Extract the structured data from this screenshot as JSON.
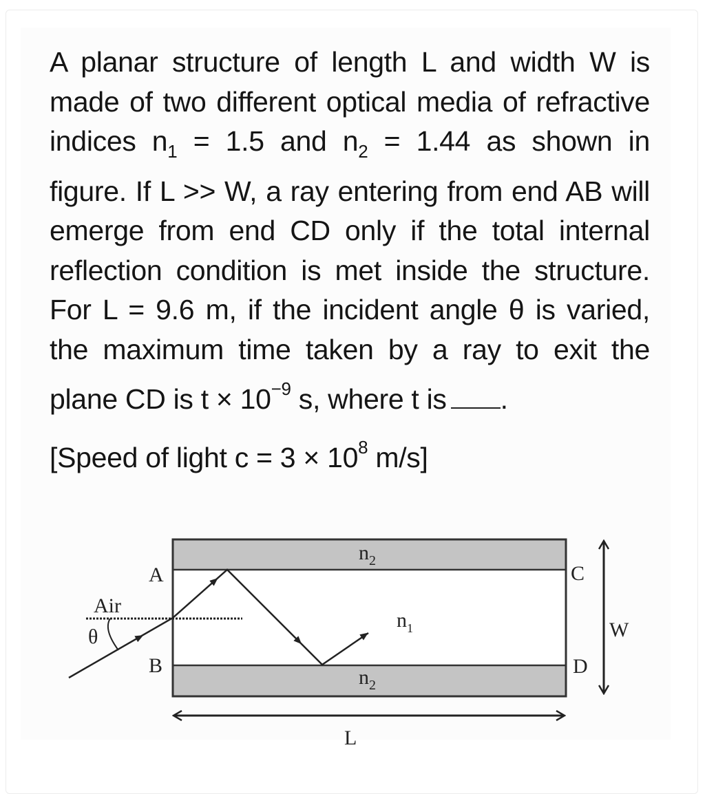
{
  "question": {
    "part1": "A planar structure of length L and width W is made of two different optical media of refractive indices n",
    "sub1": "1",
    "part2": " = 1.5 and n",
    "sub2": "2",
    "part3": " = 1.44 as shown in figure. If L >> W, a ray entering from end AB will emerge from end CD only if the total internal reflection condition is met inside the structure. For L = 9.6 m, if the incident angle θ is varied, the maximum time taken by a ray to exit the plane CD is t × 10",
    "exp1": "−9",
    "part4": " s, where t is",
    "part5": ".",
    "note_prefix": "[Speed of light c = 3 × 10",
    "note_exp": "8",
    "note_suffix": " m/s]"
  },
  "diagram": {
    "label_A": "A",
    "label_B": "B",
    "label_C": "C",
    "label_D": "D",
    "label_W": "W",
    "label_L": "L",
    "label_air": "Air",
    "label_theta": "θ",
    "label_n1": "n",
    "label_n1_sub": "1",
    "label_n2_top": "n",
    "label_n2_top_sub": "2",
    "label_n2_bottom": "n",
    "label_n2_bottom_sub": "2",
    "cladding_color": "#c4c4c4",
    "line_color": "#222222"
  }
}
